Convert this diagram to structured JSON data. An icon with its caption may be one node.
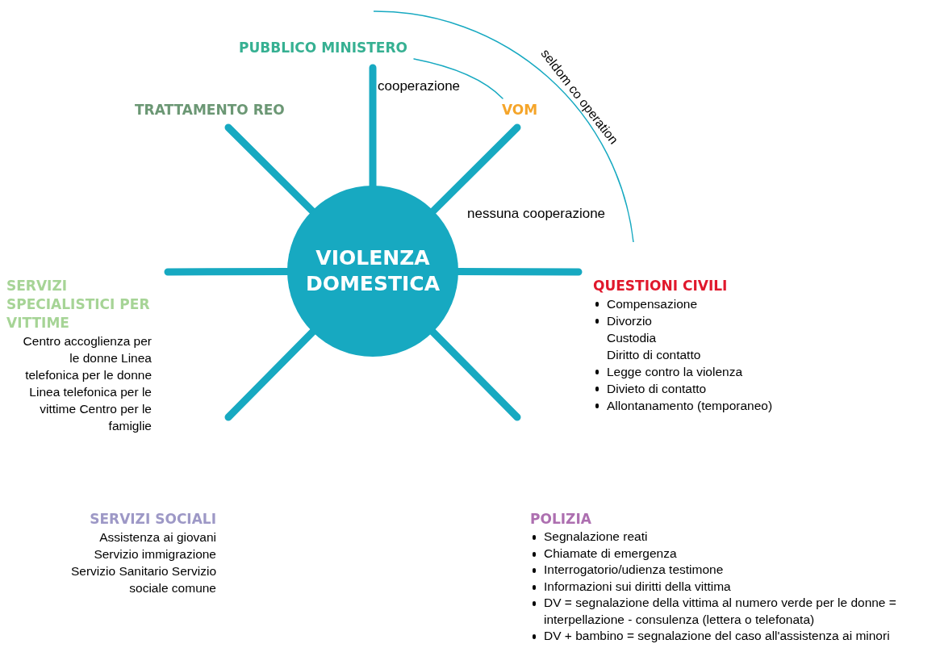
{
  "diagram": {
    "nodes": [
      {
        "text": [
          "VIOLENZA DOMESTICA"
        ]
      },
      {
        "text": [
          "PUBBLICO MINISTERO"
        ]
      },
      {
        "text": [
          "TRATTAMENTO REO"
        ]
      },
      {
        "text": [
          "VOM"
        ]
      },
      {
        "text": [
          "SERVIZI SPECIALISTICI PER VITTIME",
          "Centro accoglienza per le donne Linea telefonica per le donne Linea telefonica per le vittime Centro per le famiglie"
        ]
      },
      {
        "text": [
          "QUESTIONI CIVILI",
          "Compensazione",
          "Divorzio",
          "Custodia",
          "Diritto di contatto",
          "Legge contro la violenza",
          "Divieto di contatto",
          "Allontanamento (temporaneo)"
        ]
      },
      {
        "text": [
          "SERVIZI SOCIALI",
          "Assistenza ai giovani Servizio immigrazione  Servizio Sanitario Servizio sociale comune"
        ]
      },
      {
        "text": [
          "POLIZIA",
          "Segnalazione reati",
          "Chiamate di emergenza",
          "Interrogatorio/udienza testimone",
          "Informazioni sui diritti della vittima",
          "DV = segnalazione della vittima al numero verde per le donne = interpellazione - consulenza (lettera o telefonata)",
          "DV + bambino = segnalazione del caso all'assistenza ai minori"
        ]
      }
    ],
    "edges": [
      {
        "from": 1,
        "to": 3,
        "arrow": "none",
        "label": "cooperazione"
      },
      {
        "from": 0,
        "to": 1,
        "arrow": "none"
      },
      {
        "from": 0,
        "to": 2,
        "arrow": "none"
      },
      {
        "from": 0,
        "to": 3,
        "arrow": "none"
      },
      {
        "from": 0,
        "to": 4,
        "arrow": "none"
      },
      {
        "from": 0,
        "to": 5,
        "arrow": "none"
      },
      {
        "from": 0,
        "to": null,
        "arrow": "none"
      },
      {
        "from": 0,
        "to": null,
        "arrow": "none"
      }
    ],
    "labels": [
      "seldom co operation",
      "nessuna cooperazione"
    ]
  }
}
